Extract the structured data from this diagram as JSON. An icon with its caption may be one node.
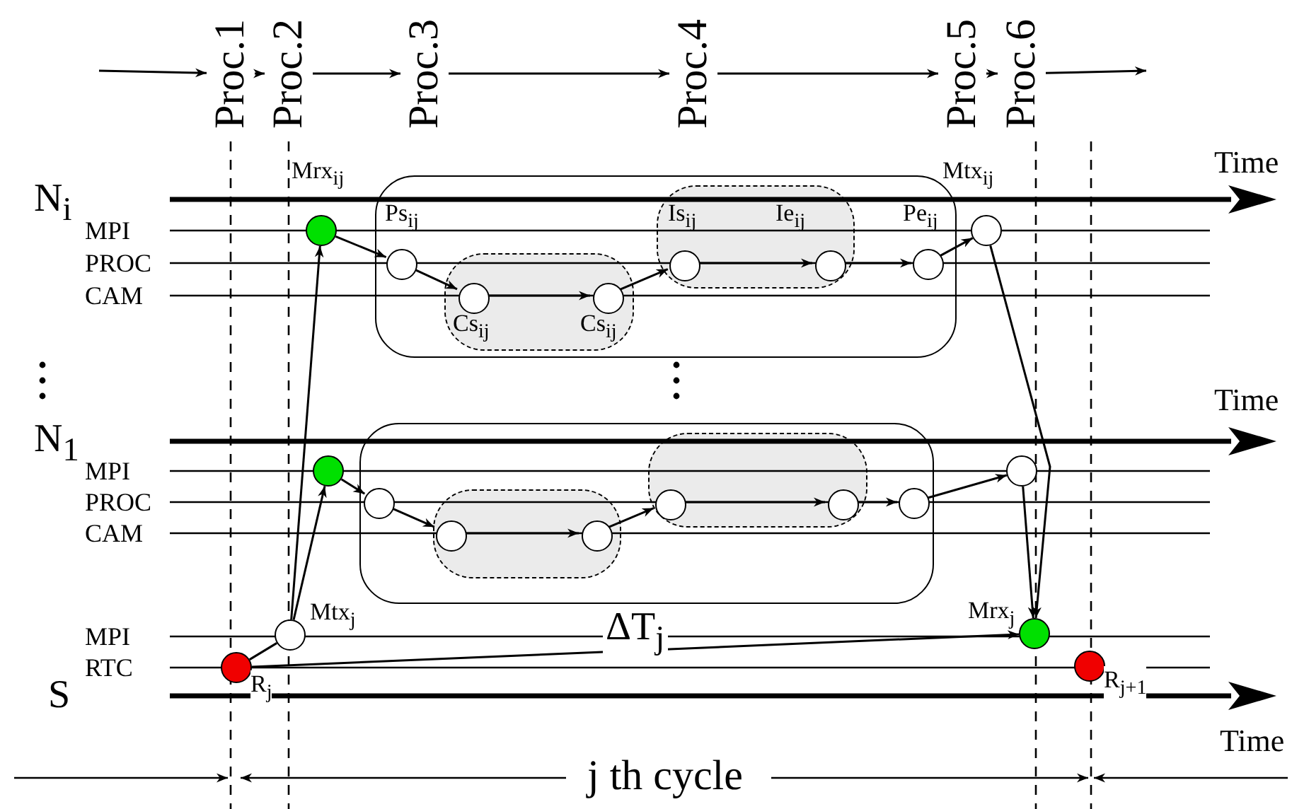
{
  "diagram": {
    "nodes": [
      {
        "text": [],
        "shape": "box"
      },
      {
        "text": [],
        "shape": "box",
        "in": 0
      },
      {
        "text": [],
        "shape": "box",
        "in": 0
      },
      {
        "text": [],
        "shape": "circle",
        "beside": [
          "Mrx$_{ij}$"
        ]
      },
      {
        "text": [],
        "shape": "circle",
        "in": 0,
        "beside": [
          "Ps$_{ij}$"
        ]
      },
      {
        "text": [],
        "shape": "circle",
        "in": 1,
        "beside": [
          "Cs$_{ij}$"
        ]
      },
      {
        "text": [],
        "shape": "circle",
        "in": 1,
        "beside": [
          "Cs$_{ij}$"
        ]
      },
      {
        "text": [],
        "shape": "circle",
        "in": 2,
        "beside": [
          "Is$_{ij}$"
        ]
      },
      {
        "text": [],
        "shape": "circle",
        "in": 2,
        "beside": [
          "Ie$_{ij}$"
        ]
      },
      {
        "text": [],
        "shape": "circle",
        "in": 0,
        "beside": [
          "Pe$_{ij}$"
        ]
      },
      {
        "text": [],
        "shape": "circle",
        "beside": [
          "Mtx$_{ij}$"
        ]
      },
      {
        "text": [],
        "shape": "box"
      },
      {
        "text": [],
        "shape": "box",
        "in": 11
      },
      {
        "text": [],
        "shape": "box",
        "in": 11
      },
      {
        "text": [],
        "shape": "circle"
      },
      {
        "text": [],
        "shape": "circle",
        "in": 11
      },
      {
        "text": [],
        "shape": "circle",
        "in": 12
      },
      {
        "text": [],
        "shape": "circle",
        "in": 12
      },
      {
        "text": [],
        "shape": "circle",
        "in": 13
      },
      {
        "text": [],
        "shape": "circle",
        "in": 13
      },
      {
        "text": [],
        "shape": "circle",
        "in": 11
      },
      {
        "text": [],
        "shape": "circle"
      },
      {
        "text": [],
        "shape": "circle",
        "beside": [
          "R$_{j}$"
        ]
      },
      {
        "text": [],
        "shape": "circle",
        "beside": [
          "Mtx$_{j}$"
        ]
      },
      {
        "text": [],
        "shape": "circle",
        "beside": [
          "Mrx$_{j}$"
        ]
      },
      {
        "text": [],
        "shape": "circle",
        "beside": [
          "R$_{j+1}$"
        ]
      },
      {
        "text": [
          "Proc.1"
        ]
      },
      {
        "text": [
          "Proc.2"
        ]
      },
      {
        "text": [
          "Proc.3"
        ]
      },
      {
        "text": [
          "Proc.4"
        ]
      },
      {
        "text": [
          "Proc.5"
        ]
      },
      {
        "text": [
          "Proc.6"
        ]
      }
    ],
    "edges": [
      {
        "from": 3,
        "to": 4,
        "arrow": "to"
      },
      {
        "from": 4,
        "to": 5,
        "arrow": "to"
      },
      {
        "from": 5,
        "to": 6,
        "arrow": "to"
      },
      {
        "from": 6,
        "to": 7,
        "arrow": "to"
      },
      {
        "from": 7,
        "to": 8,
        "arrow": "to"
      },
      {
        "from": 8,
        "to": 9,
        "arrow": "to"
      },
      {
        "from": 9,
        "to": 10,
        "arrow": "to"
      },
      {
        "from": 14,
        "to": 15,
        "arrow": "to"
      },
      {
        "from": 15,
        "to": 16,
        "arrow": "to"
      },
      {
        "from": 16,
        "to": 17,
        "arrow": "to"
      },
      {
        "from": 17,
        "to": 18,
        "arrow": "to"
      },
      {
        "from": 18,
        "to": 19,
        "arrow": "to"
      },
      {
        "from": 19,
        "to": 20,
        "arrow": "to"
      },
      {
        "from": 20,
        "to": 21,
        "arrow": "to"
      },
      {
        "from": 22,
        "to": 23,
        "arrow": "none"
      },
      {
        "from": 23,
        "to": 3,
        "arrow": "to"
      },
      {
        "from": 23,
        "to": 14,
        "arrow": "to"
      },
      {
        "from": 10,
        "to": 24,
        "arrow": "to"
      },
      {
        "from": 21,
        "to": 24,
        "arrow": "to"
      },
      {
        "from": 22,
        "to": 24,
        "arrow": "to",
        "label": "ΔT$_{j}$"
      },
      {
        "from": null,
        "to": 26,
        "arrow": "to"
      },
      {
        "from": 26,
        "to": 27,
        "arrow": "to"
      },
      {
        "from": 27,
        "to": 28,
        "arrow": "to"
      },
      {
        "from": 28,
        "to": 29,
        "arrow": "to"
      },
      {
        "from": 29,
        "to": 30,
        "arrow": "to"
      },
      {
        "from": 30,
        "to": 31,
        "arrow": "to"
      },
      {
        "from": 31,
        "to": null,
        "arrow": "to"
      }
    ],
    "labels": [
      "Time",
      "N$_{i}$",
      "MPI",
      "PROC",
      "CAM",
      "Time",
      "N$_{1}$",
      "MPI",
      "PROC",
      "CAM",
      "MPI",
      "RTC",
      "S",
      "Time",
      "j th cycle"
    ]
  }
}
